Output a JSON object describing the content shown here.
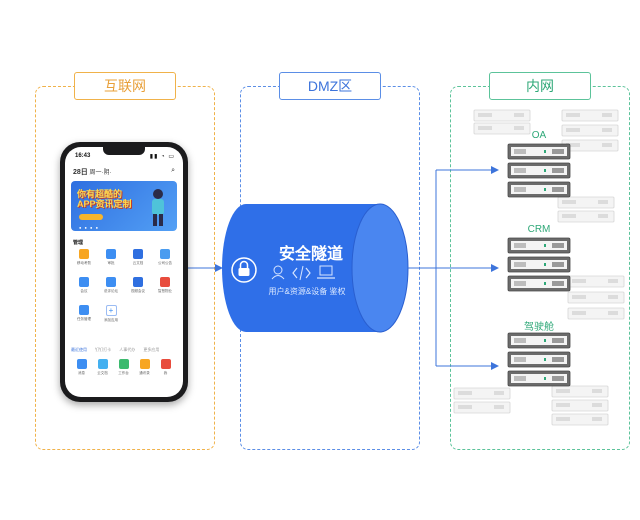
{
  "zones": {
    "internet": "互联网",
    "dmz": "DMZ区",
    "intranet": "内网"
  },
  "phone": {
    "time": "16:43",
    "date": "28日",
    "date_sub": "周一·阴·",
    "banner_title": "你有超酷的 APP资讯定制",
    "section_title": "管理",
    "apps": [
      "移动考勤",
      "审批",
      "云文档",
      "公司公告",
      "会议",
      "说评论坛",
      "视频会议",
      "智慧物业",
      "任务管理",
      "添加应用"
    ],
    "tabs": [
      "最近使用",
      "钉钉打卡",
      "人事代办",
      "更多应用"
    ],
    "bottom_items": [
      "消息",
      "云文档",
      "工作台",
      "通讯录",
      "我"
    ]
  },
  "tunnel": {
    "title": "安全隧道",
    "subtitle": "用户&资源&设备 鉴权"
  },
  "servers": {
    "oa": "OA",
    "crm": "CRM",
    "cockpit": "驾驶舱"
  },
  "colors": {
    "internet": "#f0b24a",
    "dmz": "#5b8ee6",
    "intranet": "#5cc39a",
    "tunnel": "#2f6fe8",
    "arrow": "#3d74db"
  }
}
